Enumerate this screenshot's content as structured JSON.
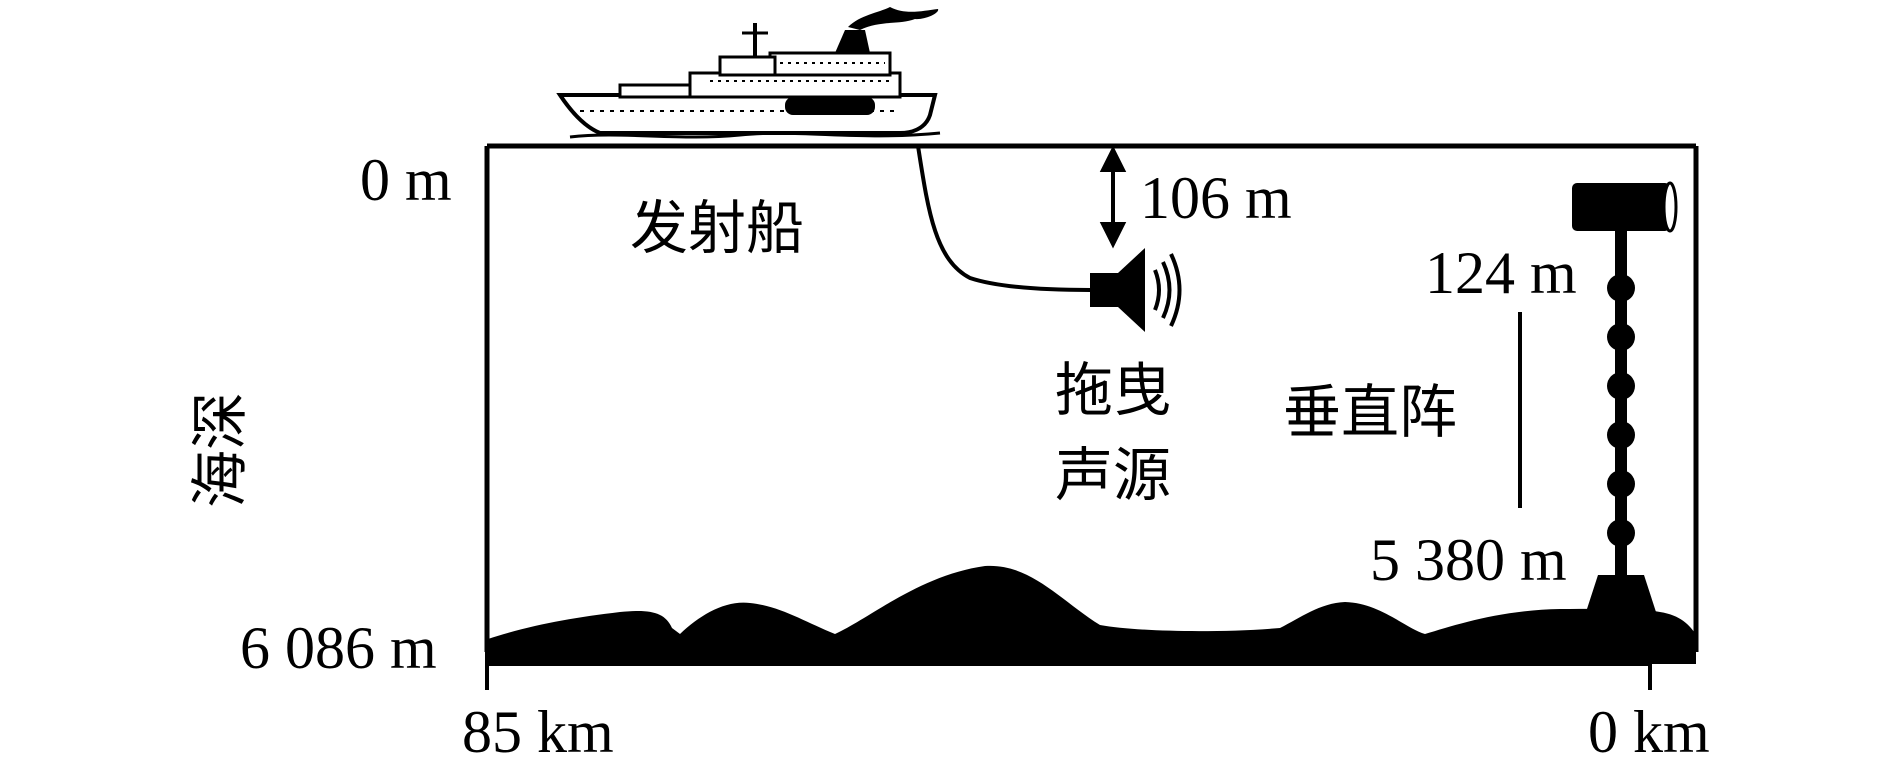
{
  "labels": {
    "depth_top": "0 m",
    "depth_bottom": "6 086 m",
    "depth_axis": "海深",
    "ship": "发射船",
    "source_depth": "106 m",
    "source": [
      "拖曳",
      "声源"
    ],
    "array_top": "124 m",
    "array_bottom": "5 380 m",
    "array": "垂直阵",
    "range_left": "85 km",
    "range_right": "0 km"
  },
  "colors": {
    "ink": "#000000",
    "background": "#ffffff"
  },
  "icons": {
    "ship": "ship-icon",
    "source": "speaker-icon",
    "array": "vertical-array-icon"
  }
}
